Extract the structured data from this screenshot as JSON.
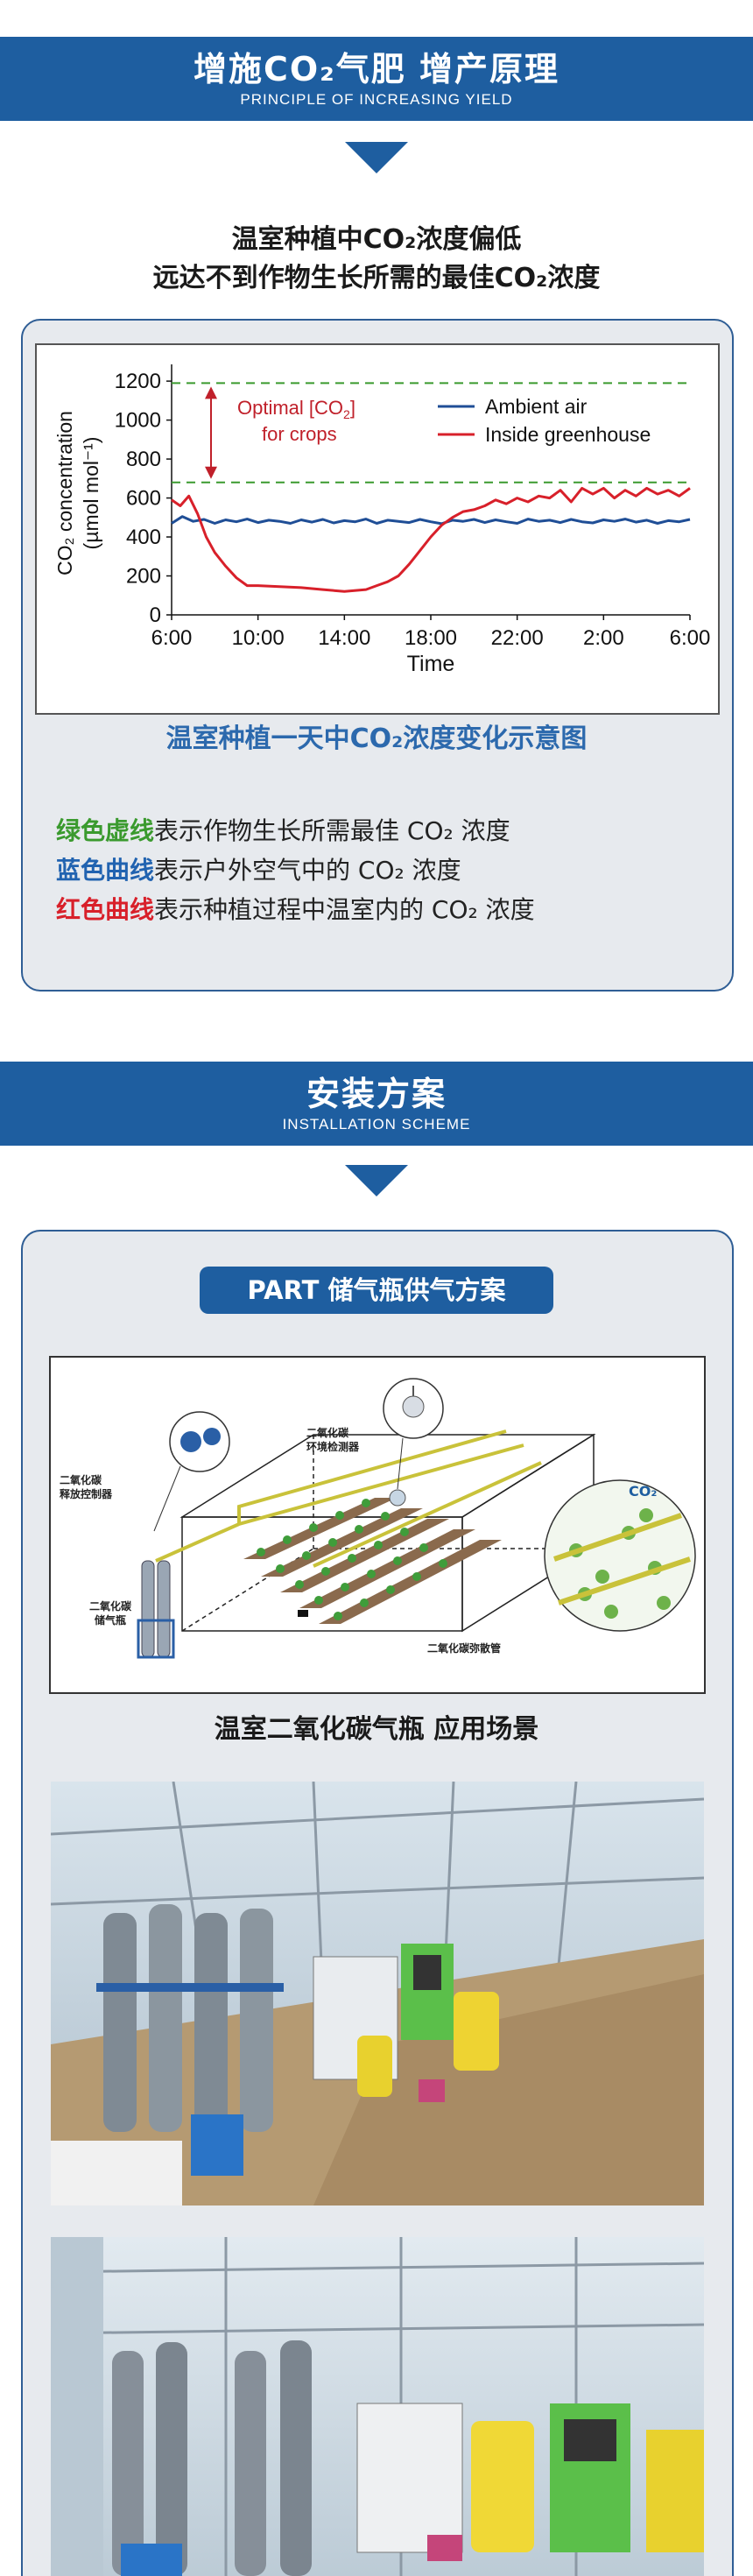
{
  "section1": {
    "title": "增施CO₂气肥 增产原理",
    "subtitle": "PRINCIPLE OF INCREASING YIELD"
  },
  "headline": {
    "line1": "温室种植中CO₂浓度偏低",
    "line2": "远达不到作物生长所需的最佳CO₂浓度"
  },
  "chart_data": {
    "type": "line",
    "title": "",
    "xlabel": "Time",
    "ylabel": "CO2 concentration (µmol mol⁻¹)",
    "ylabel_line1": "CO₂ concentration",
    "ylabel_line2": "(µmol mol⁻¹)",
    "x_ticks": [
      "6:00",
      "10:00",
      "14:00",
      "18:00",
      "22:00",
      "2:00",
      "6:00"
    ],
    "y_ticks": [
      0,
      200,
      400,
      600,
      800,
      1000,
      1200
    ],
    "ylim": [
      0,
      1250
    ],
    "x_hours": [
      0,
      24
    ],
    "optimal_label_1": "Optimal [CO",
    "optimal_label_2": "]",
    "optimal_label_3": "for crops",
    "optimal_range": [
      680,
      1190
    ],
    "series": [
      {
        "name": "Ambient air",
        "color": "#1f4e96",
        "x": [
          0,
          0.5,
          1,
          1.5,
          2,
          2.5,
          3,
          3.5,
          4,
          4.5,
          5,
          5.5,
          6,
          6.5,
          7,
          7.5,
          8,
          8.5,
          9,
          9.5,
          10,
          10.5,
          11,
          11.5,
          12,
          12.5,
          13,
          13.5,
          14,
          14.5,
          15,
          15.5,
          16,
          16.5,
          17,
          17.5,
          18,
          18.5,
          19,
          19.5,
          20,
          20.5,
          21,
          21.5,
          22,
          22.5,
          23,
          23.5,
          24
        ],
        "values": [
          470,
          505,
          480,
          490,
          470,
          488,
          478,
          492,
          474,
          486,
          480,
          470,
          488,
          476,
          490,
          472,
          484,
          478,
          492,
          470,
          486,
          480,
          474,
          490,
          478,
          468,
          486,
          480,
          490,
          474,
          488,
          478,
          470,
          492,
          480,
          486,
          474,
          490,
          478,
          472,
          488,
          480,
          492,
          476,
          486,
          470,
          484,
          478,
          490
        ]
      },
      {
        "name": "Inside greenhouse",
        "color": "#d8202a",
        "x": [
          0,
          0.4,
          0.8,
          1.2,
          1.6,
          2,
          2.5,
          3,
          3.5,
          4,
          5,
          6,
          7,
          8,
          9,
          9.5,
          10,
          10.5,
          11,
          11.5,
          12,
          12.5,
          13,
          13.5,
          14,
          14.5,
          15,
          15.5,
          16,
          16.5,
          17,
          17.5,
          18,
          18.5,
          19,
          19.5,
          20,
          20.5,
          21,
          21.5,
          22,
          22.5,
          23,
          23.5,
          24
        ],
        "values": [
          590,
          560,
          610,
          520,
          400,
          320,
          250,
          190,
          150,
          150,
          145,
          140,
          130,
          120,
          130,
          150,
          170,
          200,
          260,
          330,
          400,
          460,
          500,
          530,
          540,
          560,
          590,
          570,
          600,
          580,
          610,
          600,
          640,
          580,
          650,
          620,
          650,
          600,
          640,
          610,
          650,
          620,
          640,
          610,
          650
        ]
      }
    ],
    "legend_placement": "top-right",
    "grid": false
  },
  "chart_caption": "温室种植一天中CO₂浓度变化示意图",
  "legend": {
    "green_label": "绿色虚线",
    "green_text": "表示作物生长所需最佳 CO₂ 浓度",
    "blue_label": "蓝色曲线",
    "blue_text": "表示户外空气中的 CO₂ 浓度",
    "red_label": "红色曲线",
    "red_text": "表示种植过程中温室内的 CO₂ 浓度"
  },
  "section2": {
    "title": "安装方案",
    "subtitle": "INSTALLATION SCHEME"
  },
  "part_label": "PART 储气瓶供气方案",
  "diagram": {
    "label_controller": "二氧化碳\n释放控制器",
    "label_controller_1": "二氧化碳",
    "label_controller_2": "释放控制器",
    "label_detector_1": "二氧化碳",
    "label_detector_2": "环境检测器",
    "label_cylinder_1": "二氧化碳",
    "label_cylinder_2": "储气瓶",
    "label_pipe": "二氧化碳弥散管",
    "label_co2": "CO₂"
  },
  "scene_caption": "温室二氧化碳气瓶  应用场景",
  "colors": {
    "brand_blue": "#1e5ea0",
    "panel_bg": "#e7eaee",
    "green_dash": "#3a9a2e",
    "red_line": "#d8202a",
    "blue_line": "#1f4e96"
  }
}
